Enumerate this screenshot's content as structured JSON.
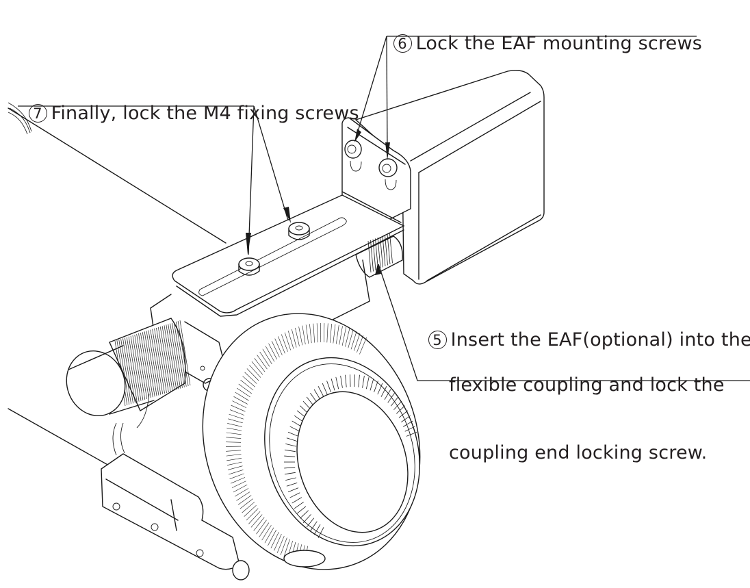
{
  "figure": {
    "subject": "EAF focuser mounting bracket assembly on telescope focuser",
    "callouts": [
      {
        "id": "step6",
        "number": "6",
        "text": "Lock the EAF mounting screws"
      },
      {
        "id": "step7",
        "number": "7",
        "text": "Finally, lock the M4 fixing screws"
      },
      {
        "id": "step5",
        "number": "5",
        "lines": [
          "Insert the EAF(optional) into the",
          "flexible coupling and lock the",
          "coupling end locking screw."
        ]
      }
    ],
    "parts": [
      "EAF motor unit",
      "L-bracket",
      "EAF mounting screws",
      "slotted bracket plate",
      "M4 fixing screws",
      "flexible coupling",
      "focus knob",
      "focuser drawtube ring",
      "finder shoe"
    ],
    "colors": {
      "line": "#1a1a1a",
      "text": "#231f20",
      "background": "#ffffff"
    }
  }
}
